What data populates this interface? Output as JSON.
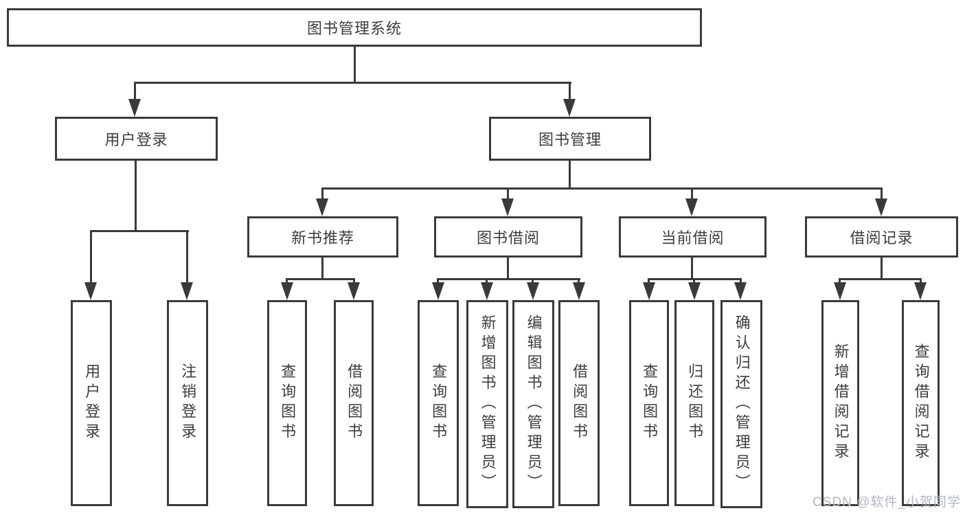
{
  "tree": {
    "root": {
      "label": "图书管理系统"
    },
    "children": [
      {
        "label": "用户登录",
        "children": [
          {
            "label": "用户登录"
          },
          {
            "label": "注销登录"
          }
        ]
      },
      {
        "label": "图书管理",
        "children": [
          {
            "label": "新书推荐",
            "children": [
              {
                "label": "查询图书"
              },
              {
                "label": "借阅图书"
              }
            ]
          },
          {
            "label": "图书借阅",
            "children": [
              {
                "label": "查询图书"
              },
              {
                "label": "新增图书（管理员）"
              },
              {
                "label": "编辑图书（管理员）"
              },
              {
                "label": "借阅图书"
              }
            ]
          },
          {
            "label": "当前借阅",
            "children": [
              {
                "label": "查询图书"
              },
              {
                "label": "归还图书"
              },
              {
                "label": "确认归还（管理员）"
              }
            ]
          },
          {
            "label": "借阅记录",
            "children": [
              {
                "label": "新增借阅记录"
              },
              {
                "label": "查询借阅记录"
              }
            ]
          }
        ]
      }
    ]
  },
  "watermark": {
    "text": "CSDN @软件_小贺同学"
  },
  "colors": {
    "line": "#3a3a3a",
    "text": "#3d3d3d",
    "background": "#ffffff",
    "watermark": "#b2b6c2"
  }
}
